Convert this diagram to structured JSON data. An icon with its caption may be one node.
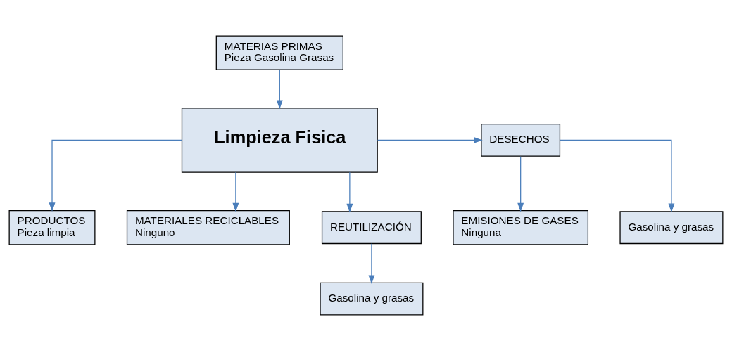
{
  "diagram": {
    "nodes": [
      {
        "text": [
          "MATERIAS PRIMAS",
          "Pieza Gasolina Grasas"
        ]
      },
      {
        "text": [
          "Limpieza Fisica"
        ]
      },
      {
        "text": [
          "PRODUCTOS",
          "Pieza limpia"
        ]
      },
      {
        "text": [
          "DESECHOS"
        ]
      },
      {
        "text": [
          "EMISIONES DE GASES",
          "Ninguna"
        ]
      },
      {
        "text": [
          "Gasolina y grasas"
        ]
      },
      {
        "text": [
          "MATERIALES RECICLABLES",
          "Ninguno"
        ]
      },
      {
        "text": [
          "REUTILIZACIÓN"
        ]
      },
      {
        "text": [
          "Gasolina y grasas"
        ]
      }
    ],
    "edges": [
      {
        "from": 0,
        "to": 1,
        "arrow": "to"
      },
      {
        "from": 1,
        "to": 2,
        "arrow": "to"
      },
      {
        "from": 1,
        "to": 3,
        "arrow": "to"
      },
      {
        "from": 3,
        "to": 4,
        "arrow": "to"
      },
      {
        "from": 3,
        "to": 5,
        "arrow": "to"
      },
      {
        "from": 1,
        "to": 6,
        "arrow": "to"
      },
      {
        "from": 1,
        "to": 7,
        "arrow": "to"
      },
      {
        "from": 7,
        "to": 8,
        "arrow": "to"
      }
    ]
  }
}
